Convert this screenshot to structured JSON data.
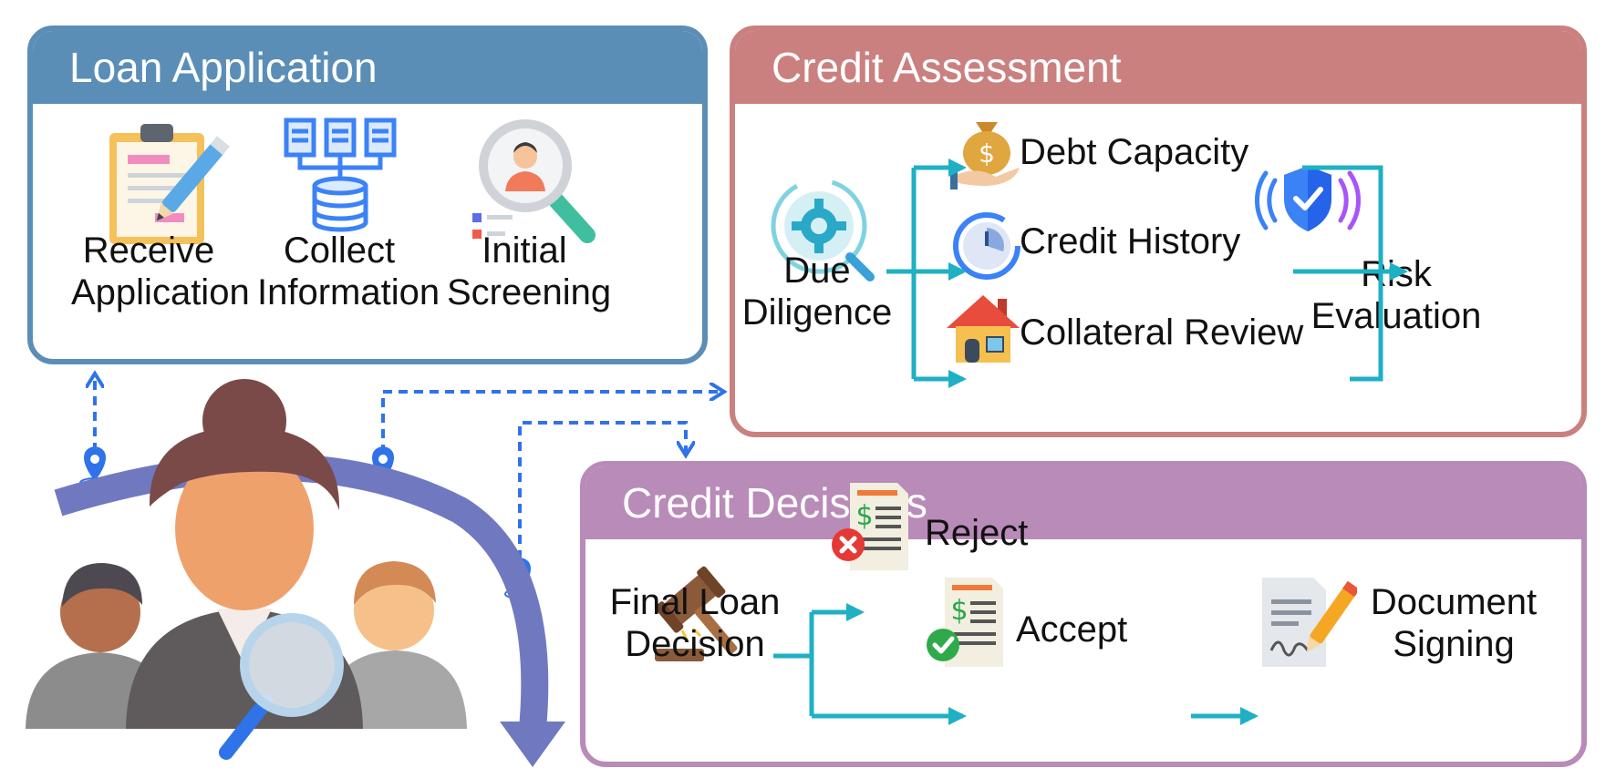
{
  "panels": {
    "loan_application": {
      "title": "Loan Application",
      "steps": [
        {
          "line1": "Receive",
          "line2": "Application",
          "icon": "clipboard-pencil-icon"
        },
        {
          "line1": "Collect",
          "line2": "Information",
          "icon": "database-documents-icon"
        },
        {
          "line1": "Initial",
          "line2": "Screening",
          "icon": "magnifier-person-icon"
        }
      ]
    },
    "credit_assessment": {
      "title": "Credit Assessment",
      "source": {
        "line1": "Due",
        "line2": "Diligence",
        "icon": "gear-magnifier-icon"
      },
      "branches": [
        {
          "label": "Debt Capacity",
          "icon": "money-bag-hand-icon"
        },
        {
          "label": "Credit History",
          "icon": "clock-icon"
        },
        {
          "label": "Collateral Review",
          "icon": "house-icon"
        }
      ],
      "target": {
        "line1": "Risk",
        "line2": "Evaluation",
        "icon": "shield-check-icon"
      }
    },
    "credit_decisions": {
      "title": "Credit Decisions",
      "source": {
        "line1": "Final Loan",
        "line2": "Decision",
        "icon": "gavel-icon"
      },
      "reject": {
        "label": "Reject",
        "icon": "rejected-document-icon"
      },
      "accept": {
        "label": "Accept",
        "icon": "accepted-document-icon"
      },
      "signing": {
        "line1": "Document",
        "line2": "Signing",
        "icon": "document-signing-icon"
      }
    }
  },
  "illustration": {
    "icon": "loan-officer-team-icon"
  },
  "colors": {
    "loan_header": "#5b8eb7",
    "credit_header": "#cb8080",
    "decisions_header": "#b98bb8",
    "flow_arrow": "#1fb0c4",
    "dashed_arrow": "#2f73e8",
    "curved_arrow": "#7079c0"
  }
}
